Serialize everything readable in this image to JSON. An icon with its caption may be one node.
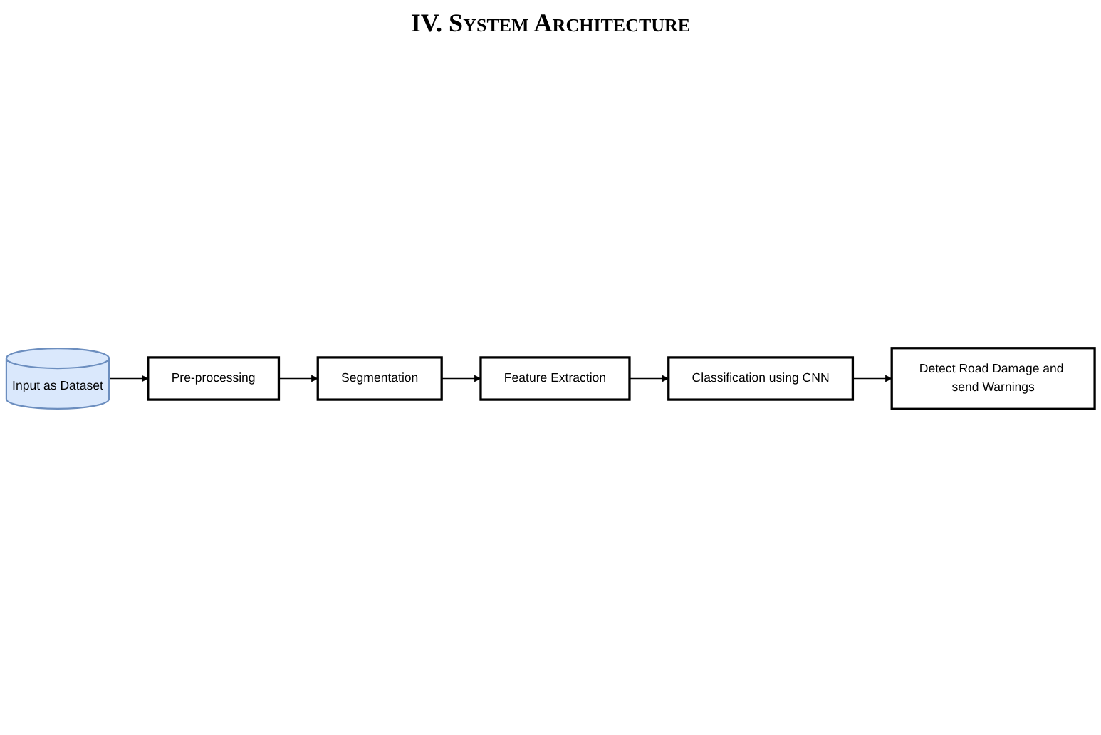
{
  "diagram": {
    "title": "IV. System Architecture",
    "nodes": [
      {
        "text": [
          "Input as Dataset"
        ]
      },
      {
        "text": [
          "Pre-processing"
        ]
      },
      {
        "text": [
          "Segmentation"
        ]
      },
      {
        "text": [
          "Feature Extraction"
        ]
      },
      {
        "text": [
          "Classification using CNN"
        ]
      },
      {
        "text": [
          "Detect Road Damage and send Warnings"
        ]
      }
    ],
    "edges": [
      {
        "from": 0,
        "to": 1,
        "arrow": "to"
      },
      {
        "from": 1,
        "to": 2,
        "arrow": "to"
      },
      {
        "from": 2,
        "to": 3,
        "arrow": "to"
      },
      {
        "from": 3,
        "to": 4,
        "arrow": "to"
      },
      {
        "from": 4,
        "to": 5,
        "arrow": "to"
      }
    ]
  }
}
